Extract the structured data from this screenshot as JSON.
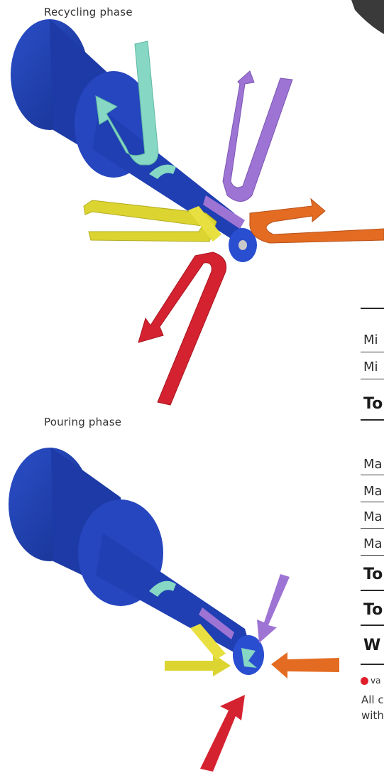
{
  "captions": {
    "recycling": "Recycling phase",
    "pouring": "Pouring phase"
  },
  "table": {
    "rows_group1": [
      "Mi",
      "Mi"
    ],
    "total1": "To",
    "rows_group2": [
      "Ma",
      "Ma",
      "Ma",
      "Ma"
    ],
    "total2": "To",
    "total3": "To",
    "final": "W"
  },
  "footnote": {
    "legend": "va",
    "line1": "All c",
    "line2": "with"
  },
  "colors": {
    "cylinder": "#1f3fae",
    "teal": "#7fd6c0",
    "purple": "#9a6fd0",
    "orange": "#e0661e",
    "yellow": "#d9d22a",
    "red": "#d41f2a",
    "marker": "#e01e2b"
  }
}
